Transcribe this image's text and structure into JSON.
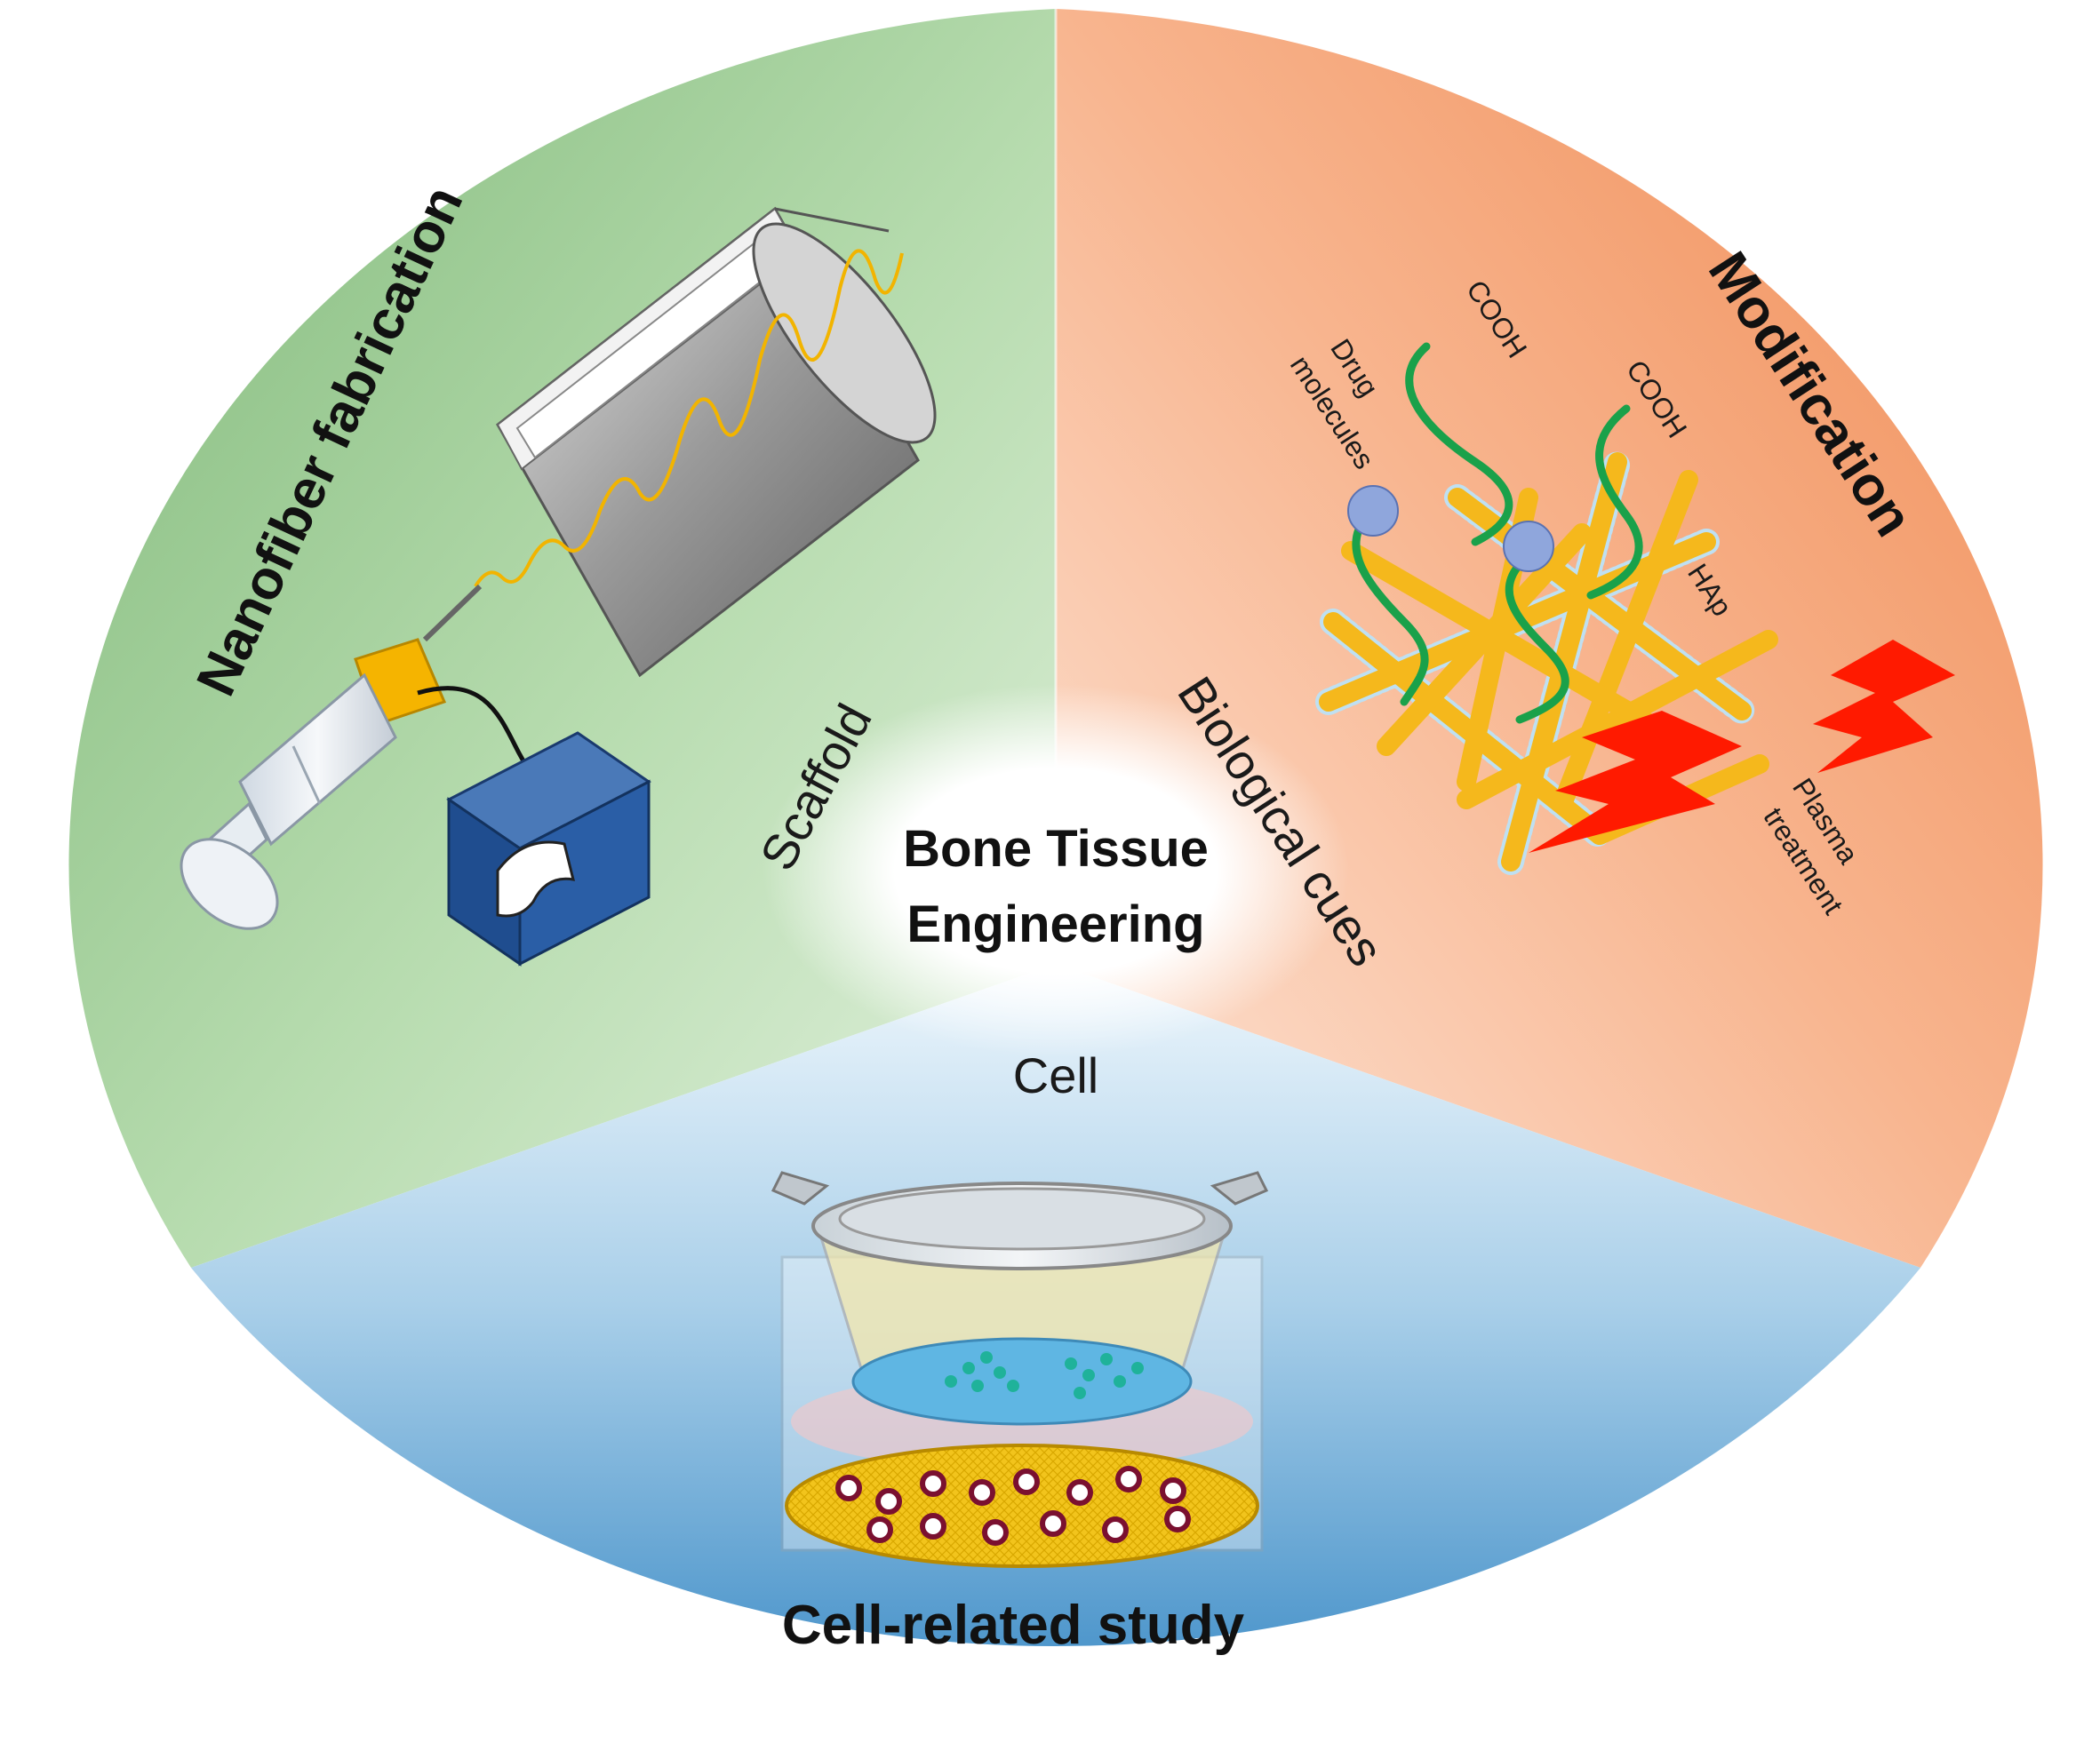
{
  "center": {
    "line1": "Bone Tissue",
    "line2": "Engineering"
  },
  "sectors": {
    "fabrication": {
      "title": "Nanofiber fabrication",
      "link_label": "Scaffold",
      "color_dark": "#7fb878",
      "color_light": "#d8ecd2"
    },
    "modification": {
      "title": "Modification",
      "link_label": "Biological cues",
      "color_dark": "#f0915c",
      "color_light": "#fde6d8"
    },
    "cell": {
      "title": "Cell-related study",
      "link_label": "Cell",
      "color_dark": "#5aa2d4",
      "color_light": "#e6f2fa"
    }
  },
  "modification_labels": {
    "cooh_1": "COOH",
    "cooh_2": "COOH",
    "drug_line1": "Drug",
    "drug_line2": "molecules",
    "hap": "HAp",
    "plasma_line1": "Plasma",
    "plasma_line2": "treatment"
  },
  "colors": {
    "fiber": "#f5b81c",
    "polymer_chain": "#1aa14a",
    "drug_sphere": "#8fa6dc",
    "lightning": "#ff1a00",
    "power_box": "#1f4d8f",
    "syringe_cap": "#f5b400"
  }
}
